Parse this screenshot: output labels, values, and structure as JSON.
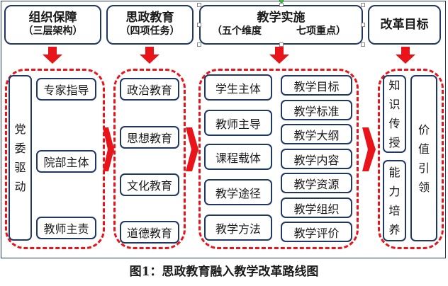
{
  "headers": {
    "organization": {
      "title": "组织保障",
      "subtitle": "（三层架构）"
    },
    "tasks": {
      "title": "思政教育",
      "subtitle": "（四项任务）"
    },
    "implementation": {
      "title": "教学实施",
      "subtitle_left": "（五个维度",
      "subtitle_right": "七项重点）"
    },
    "goals": {
      "title": "改革目标"
    }
  },
  "organization": {
    "vertical_label": [
      "党",
      "委",
      "驱",
      "动"
    ],
    "items": [
      "专家指导",
      "院部主体",
      "教师主责"
    ]
  },
  "tasks": {
    "items": [
      "政治教育",
      "思想教育",
      "文化教育",
      "道德教育"
    ]
  },
  "implementation": {
    "dimensions": [
      "学生主体",
      "教师主导",
      "课程载体",
      "教学途径",
      "教学方法"
    ],
    "focus_points": [
      "教学目标",
      "教学标准",
      "教学大纲",
      "教学内容",
      "教学资源",
      "教学组织",
      "教学评价"
    ]
  },
  "goals": {
    "knowledge": [
      "知",
      "识",
      "传",
      "授"
    ],
    "ability": [
      "能",
      "力",
      "培",
      "养"
    ],
    "value": [
      "价",
      "值",
      "引",
      "领"
    ]
  },
  "caption": "图1：思政教育融入教学改革路线图",
  "colors": {
    "frame": "#1f3864",
    "arrows": "#e8141a",
    "dashed_groups": "#e8141a"
  }
}
